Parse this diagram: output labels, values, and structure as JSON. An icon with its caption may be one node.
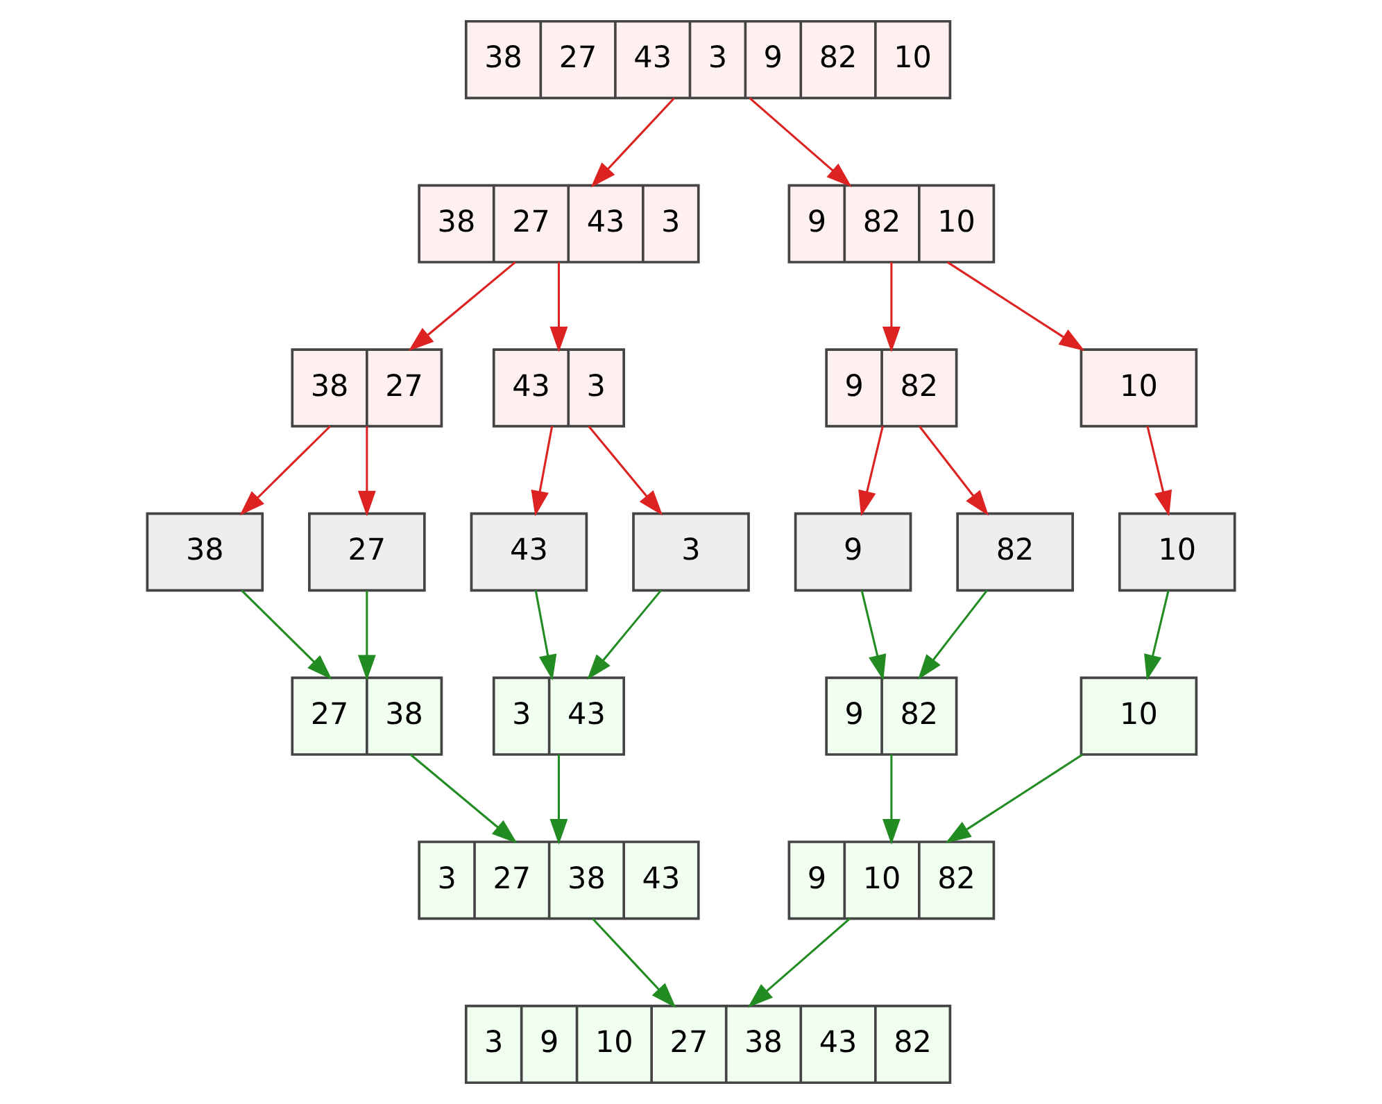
{
  "diagram": {
    "nodes": [
      {
        "text": [
          "38",
          "27",
          "43",
          "3",
          "9",
          "82",
          "10"
        ]
      },
      {
        "text": [
          "38",
          "27",
          "43",
          "3"
        ]
      },
      {
        "text": [
          "9",
          "82",
          "10"
        ]
      },
      {
        "text": [
          "38",
          "27"
        ]
      },
      {
        "text": [
          "43",
          "3"
        ]
      },
      {
        "text": [
          "9",
          "82"
        ]
      },
      {
        "text": [
          "10"
        ]
      },
      {
        "text": [
          "38"
        ]
      },
      {
        "text": [
          "27"
        ]
      },
      {
        "text": [
          "43"
        ]
      },
      {
        "text": [
          "3"
        ]
      },
      {
        "text": [
          "9"
        ]
      },
      {
        "text": [
          "82"
        ]
      },
      {
        "text": [
          "10"
        ]
      },
      {
        "text": [
          "27",
          "38"
        ]
      },
      {
        "text": [
          "3",
          "43"
        ]
      },
      {
        "text": [
          "9",
          "82"
        ]
      },
      {
        "text": [
          "10"
        ]
      },
      {
        "text": [
          "3",
          "27",
          "38",
          "43"
        ]
      },
      {
        "text": [
          "9",
          "10",
          "82"
        ]
      },
      {
        "text": [
          "3",
          "9",
          "10",
          "27",
          "38",
          "43",
          "82"
        ]
      }
    ],
    "edges": [
      {
        "from": 0,
        "to": 1,
        "arrow": "to",
        "color": "#dd2222"
      },
      {
        "from": 0,
        "to": 2,
        "arrow": "to",
        "color": "#dd2222"
      },
      {
        "from": 1,
        "to": 3,
        "arrow": "to",
        "color": "#dd2222"
      },
      {
        "from": 1,
        "to": 4,
        "arrow": "to",
        "color": "#dd2222"
      },
      {
        "from": 2,
        "to": 5,
        "arrow": "to",
        "color": "#dd2222"
      },
      {
        "from": 2,
        "to": 6,
        "arrow": "to",
        "color": "#dd2222"
      },
      {
        "from": 3,
        "to": 7,
        "arrow": "to",
        "color": "#dd2222"
      },
      {
        "from": 3,
        "to": 8,
        "arrow": "to",
        "color": "#dd2222"
      },
      {
        "from": 4,
        "to": 9,
        "arrow": "to",
        "color": "#dd2222"
      },
      {
        "from": 4,
        "to": 10,
        "arrow": "to",
        "color": "#dd2222"
      },
      {
        "from": 5,
        "to": 11,
        "arrow": "to",
        "color": "#dd2222"
      },
      {
        "from": 5,
        "to": 12,
        "arrow": "to",
        "color": "#dd2222"
      },
      {
        "from": 6,
        "to": 13,
        "arrow": "to",
        "color": "#dd2222"
      },
      {
        "from": 7,
        "to": 14,
        "arrow": "to",
        "color": "#228b22"
      },
      {
        "from": 8,
        "to": 14,
        "arrow": "to",
        "color": "#228b22"
      },
      {
        "from": 9,
        "to": 15,
        "arrow": "to",
        "color": "#228b22"
      },
      {
        "from": 10,
        "to": 15,
        "arrow": "to",
        "color": "#228b22"
      },
      {
        "from": 11,
        "to": 16,
        "arrow": "to",
        "color": "#228b22"
      },
      {
        "from": 12,
        "to": 16,
        "arrow": "to",
        "color": "#228b22"
      },
      {
        "from": 13,
        "to": 17,
        "arrow": "to",
        "color": "#228b22"
      },
      {
        "from": 14,
        "to": 18,
        "arrow": "to",
        "color": "#228b22"
      },
      {
        "from": 15,
        "to": 18,
        "arrow": "to",
        "color": "#228b22"
      },
      {
        "from": 16,
        "to": 19,
        "arrow": "to",
        "color": "#228b22"
      },
      {
        "from": 17,
        "to": 19,
        "arrow": "to",
        "color": "#228b22"
      },
      {
        "from": 18,
        "to": 20,
        "arrow": "to",
        "color": "#228b22"
      },
      {
        "from": 19,
        "to": 20,
        "arrow": "to",
        "color": "#228b22"
      }
    ]
  }
}
